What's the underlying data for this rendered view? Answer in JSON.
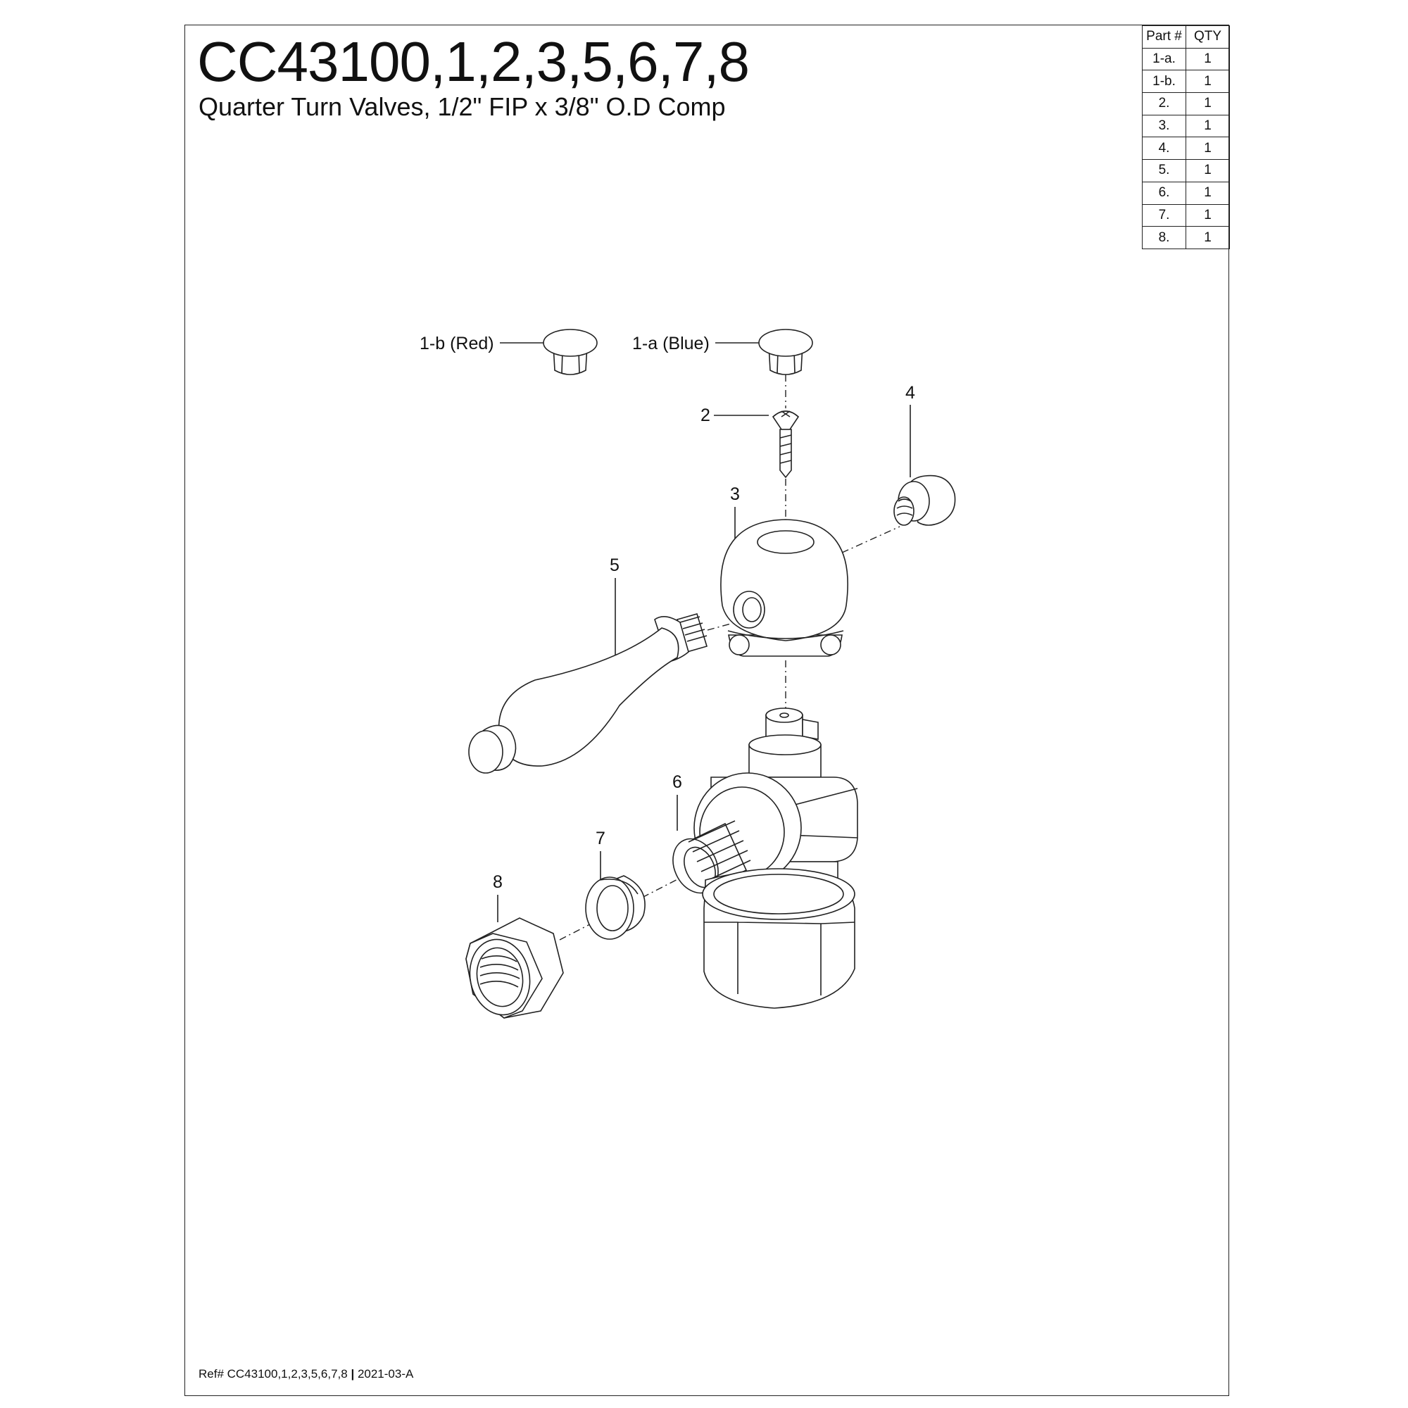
{
  "header": {
    "title": "CC43100,1,2,3,5,6,7,8",
    "subtitle": "Quarter Turn Valves, 1/2\" FIP x 3/8\" O.D Comp"
  },
  "parts_table": {
    "headers": [
      "Part #",
      "QTY"
    ],
    "rows": [
      {
        "part": "1-a.",
        "qty": "1"
      },
      {
        "part": "1-b.",
        "qty": "1"
      },
      {
        "part": "2.",
        "qty": "1"
      },
      {
        "part": "3.",
        "qty": "1"
      },
      {
        "part": "4.",
        "qty": "1"
      },
      {
        "part": "5.",
        "qty": "1"
      },
      {
        "part": "6.",
        "qty": "1"
      },
      {
        "part": "7.",
        "qty": "1"
      },
      {
        "part": "8.",
        "qty": "1"
      }
    ]
  },
  "callouts": {
    "c1b": "1-b (Red)",
    "c1a": "1-a (Blue)",
    "c2": "2",
    "c3": "3",
    "c4": "4",
    "c5": "5",
    "c6": "6",
    "c7": "7",
    "c8": "8"
  },
  "footer": {
    "ref": "Ref# CC43100,1,2,3,5,6,7,8",
    "separator": "|",
    "revision": "2021-03-A"
  }
}
